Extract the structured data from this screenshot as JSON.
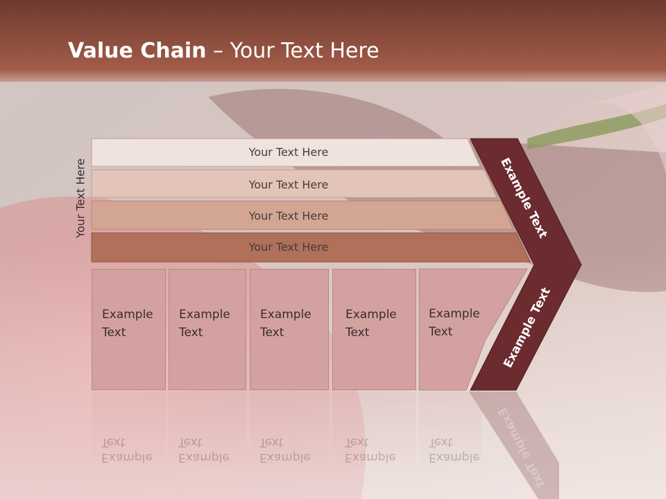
{
  "title": {
    "bold": "Value Chain",
    "rest": " – Your Text Here"
  },
  "side_label": "Your Text Here",
  "bars": [
    "Your Text Here",
    "Your Text Here",
    "Your Text Here",
    "Your Text Here"
  ],
  "columns": [
    {
      "line1": "Example",
      "line2": "Text"
    },
    {
      "line1": "Example",
      "line2": "Text"
    },
    {
      "line1": "Example",
      "line2": "Text"
    },
    {
      "line1": "Example",
      "line2": "Text"
    },
    {
      "line1": "Example",
      "line2": "Text"
    }
  ],
  "chevron_top": "Example Text",
  "chevron_bottom": "Example Text",
  "colors": {
    "title_bar": "#8a4a3c",
    "bar1": "#efe3df",
    "bar2": "#e2c4b8",
    "bar3": "#d3a693",
    "bar4": "#b0705a",
    "chevron": "#6b2b2f",
    "column": "#d4a1a1"
  }
}
